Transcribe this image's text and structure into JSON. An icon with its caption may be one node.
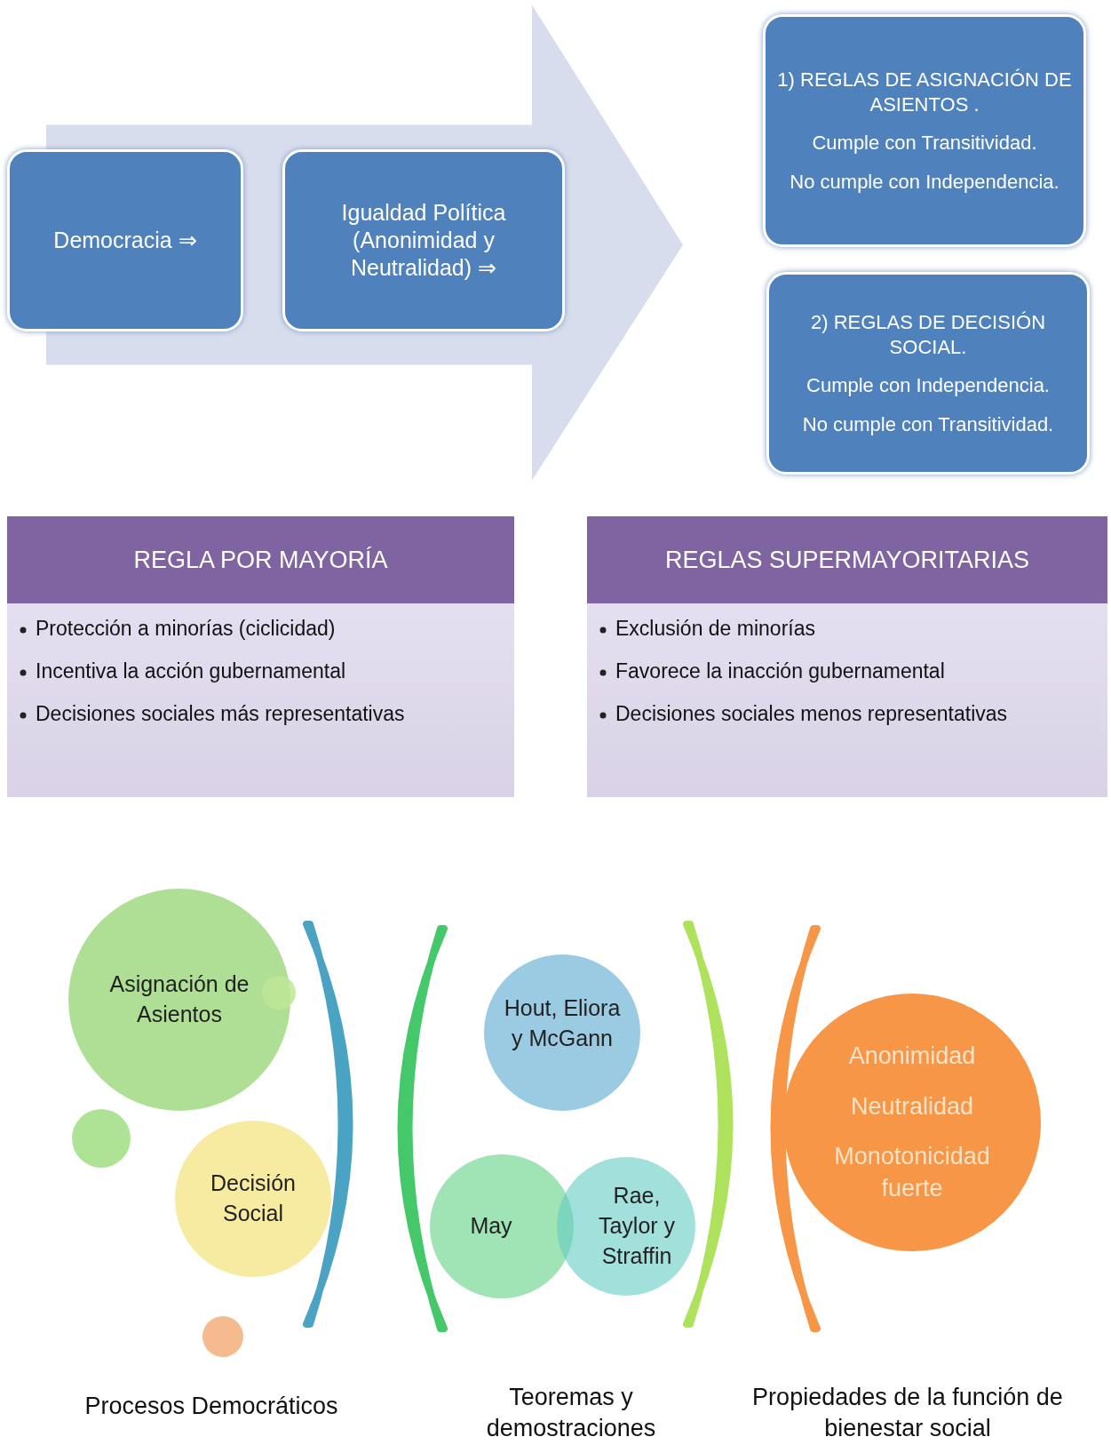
{
  "diagram": {
    "nodes": [
      {
        "text": [
          "Democracia ⇒"
        ]
      },
      {
        "text": [
          "Igualdad Política (Anonimidad y Neutralidad) ⇒"
        ]
      },
      {
        "text": [
          "1) REGLAS DE ASIGNACIÓN DE ASIENTOS .",
          "Cumple con Transitividad.",
          "No cumple con Independencia."
        ]
      },
      {
        "text": [
          "2) REGLAS DE DECISIÓN SOCIAL.",
          "Cumple con Independencia.",
          "No cumple con Transitividad."
        ]
      },
      {
        "text": [
          "REGLA POR MAYORÍA",
          "Protección a minorías (ciclicidad)",
          "Incentiva la acción gubernamental",
          "Decisiones sociales más representativas"
        ]
      },
      {
        "text": [
          "REGLAS SUPERMAYORITARIAS",
          "Exclusión de minorías",
          "Favorece la inacción gubernamental",
          "Decisiones sociales menos representativas"
        ]
      },
      {
        "text": [
          "Asignación de Asientos"
        ]
      },
      {
        "text": [],
        "shape": "circle"
      },
      {
        "text": [],
        "shape": "circle"
      },
      {
        "text": [
          "Decisión Social"
        ]
      },
      {
        "text": [],
        "shape": "circle"
      },
      {
        "text": [
          "Hout, Eliora y McGann"
        ]
      },
      {
        "text": [
          "May"
        ]
      },
      {
        "text": [
          "Rae, Taylor y Straffin"
        ]
      },
      {
        "text": [
          "Anonimidad",
          "Neutralidad",
          "Monotonicidad fuerte"
        ]
      }
    ],
    "edges": [
      {
        "from": 1,
        "to": 2,
        "arrow": "to"
      },
      {
        "from": 1,
        "to": 3,
        "arrow": "to"
      }
    ],
    "labels": [
      "Procesos Democráticos",
      "Teoremas y demostraciones",
      "Propiedades de la función de bienestar social"
    ]
  }
}
